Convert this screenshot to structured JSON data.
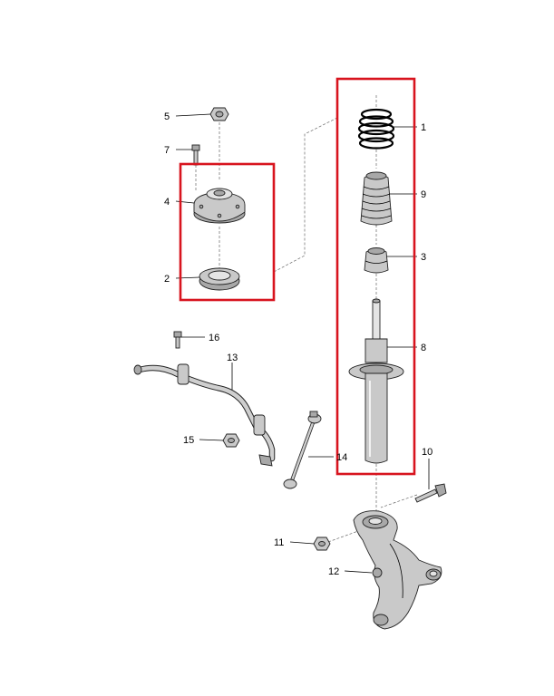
{
  "callouts": {
    "c1": "1",
    "c2": "2",
    "c3": "3",
    "c4": "4",
    "c5": "5",
    "c7": "7",
    "c8": "8",
    "c9": "9",
    "c10": "10",
    "c11": "11",
    "c12": "12",
    "c13": "13",
    "c14": "14",
    "c15": "15",
    "c16": "16"
  },
  "colors": {
    "highlight": "#d8141e",
    "part_fill": "#c9c9c9",
    "outline": "#222222"
  }
}
